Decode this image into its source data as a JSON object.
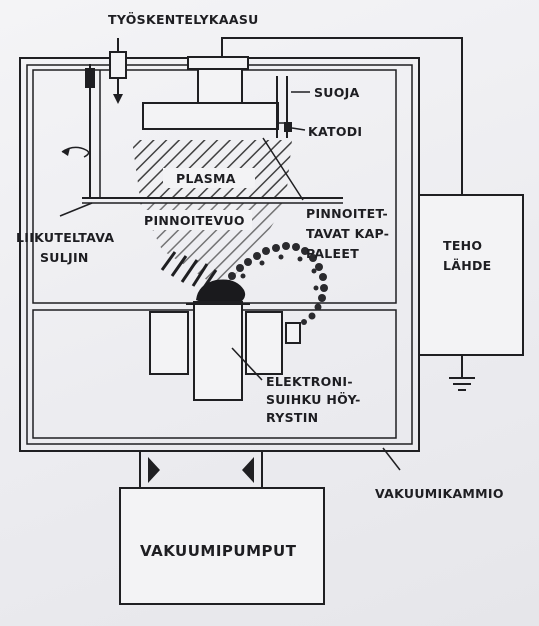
{
  "labels": {
    "process_gas": "TYÖSKENTELYKAASU",
    "shield": "SUOJA",
    "cathode": "KATODI",
    "plasma": "PLASMA",
    "coating_flux": "PINNOITEVUO",
    "moving_shutter_1": "LIIKUTELTAVA",
    "moving_shutter_2": "SULJIN",
    "parts_1": "PINNOITET-",
    "parts_2": "TAVAT KAP-",
    "parts_3": "PALEET",
    "power_1": "TEHO",
    "power_2": "LÄHDE",
    "ebeam_1": "ELEKTRONI-",
    "ebeam_2": "SUIHKU HÖY-",
    "ebeam_3": "RYSTIN",
    "chamber": "VAKUUMIKAMMIO",
    "pumps": "VAKUUMIPUMPUT"
  },
  "colors": {
    "ink": "#1f1f22",
    "paper": "#f3f3f5",
    "background": "#ffffff"
  }
}
